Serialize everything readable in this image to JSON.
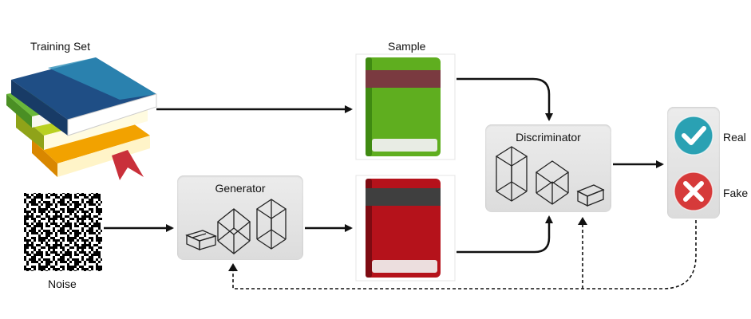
{
  "labels": {
    "training_set": "Training Set",
    "noise": "Noise",
    "sample": "Sample",
    "generator": "Generator",
    "discriminator": "Discriminator",
    "real": "Real",
    "fake": "Fake"
  },
  "icons": {
    "books": "stack-of-books-icon",
    "noise": "noise-pattern-icon",
    "real_book": "green-book-icon",
    "fake_book": "red-book-icon",
    "real": "checkmark-icon",
    "fake": "cross-icon"
  },
  "colors": {
    "real_green": "#2aa1b3",
    "fake_red": "#d63a3a",
    "green_book": "#5fae1f",
    "red_book": "#b5121b",
    "arrow": "#111111"
  }
}
